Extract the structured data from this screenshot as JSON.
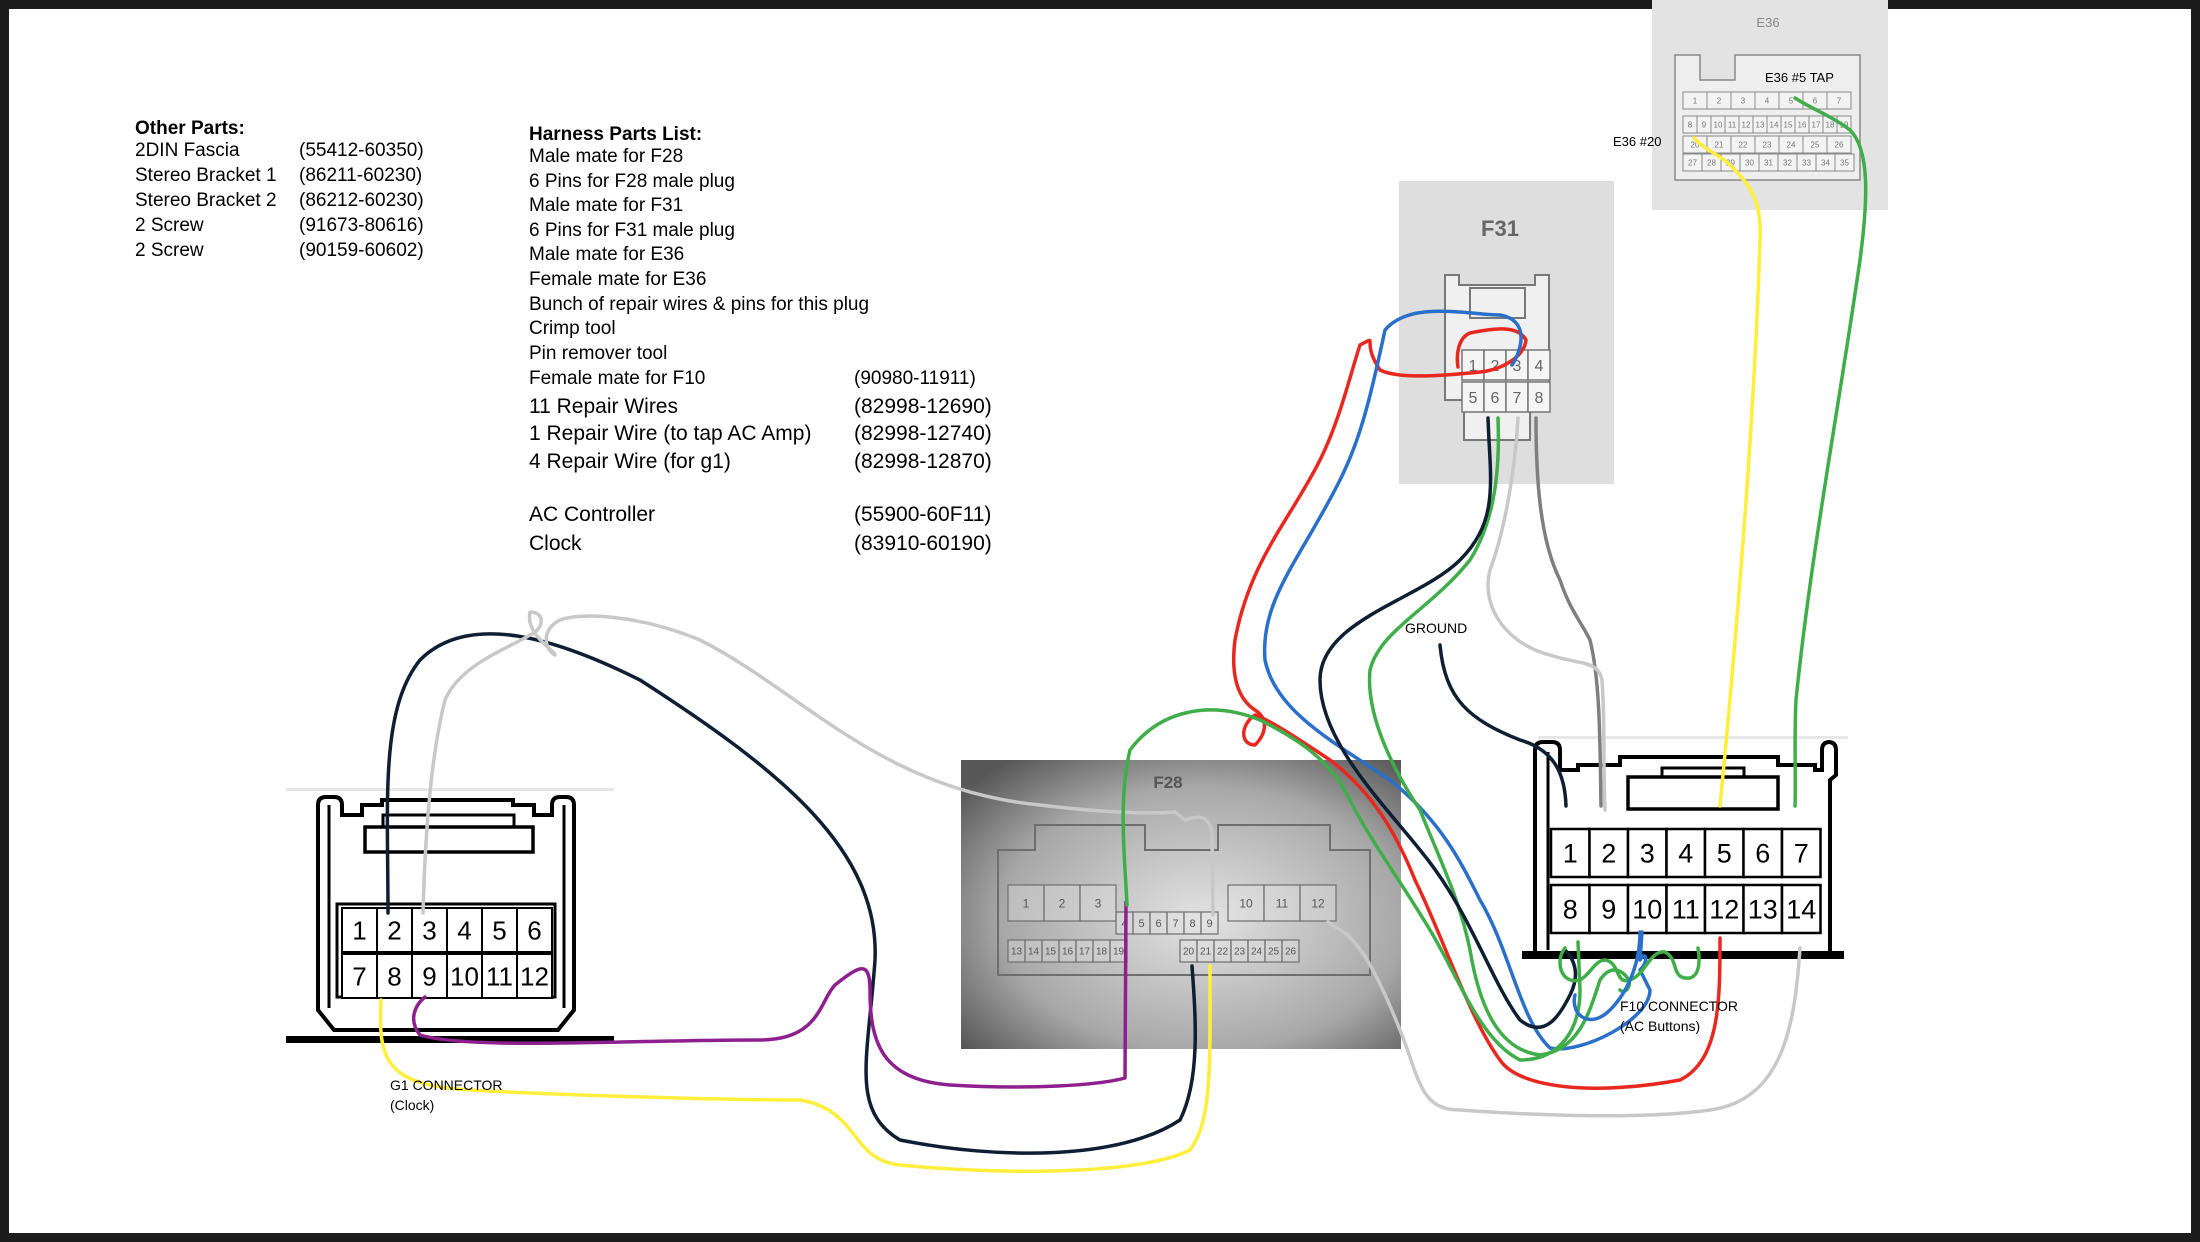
{
  "other_parts": {
    "title": "Other Parts:",
    "items": [
      {
        "name": "2DIN Fascia",
        "pn": "(55412-60350)"
      },
      {
        "name": "Stereo Bracket 1",
        "pn": "(86211-60230)"
      },
      {
        "name": "Stereo Bracket 2",
        "pn": "(86212-60230)"
      },
      {
        "name": "2 Screw",
        "pn": "(91673-80616)"
      },
      {
        "name": "2 Screw",
        "pn": "(90159-60602)"
      }
    ]
  },
  "harness": {
    "title": "Harness Parts List:",
    "items": [
      {
        "name": "Male mate for F28",
        "pn": ""
      },
      {
        "name": "6 Pins for F28 male plug",
        "pn": ""
      },
      {
        "name": "Male mate for F31",
        "pn": ""
      },
      {
        "name": "6 Pins for F31 male plug",
        "pn": ""
      },
      {
        "name": "Male mate for E36",
        "pn": ""
      },
      {
        "name": "Female mate for E36",
        "pn": ""
      },
      {
        "name": "Bunch of repair wires & pins for this plug",
        "pn": ""
      },
      {
        "name": "Crimp tool",
        "pn": ""
      },
      {
        "name": "Pin remover tool",
        "pn": ""
      },
      {
        "name": "Female mate for F10",
        "pn": "(90980-11911)"
      },
      {
        "name": "11 Repair Wires",
        "pn": "(82998-12690)"
      },
      {
        "name": "1 Repair Wire (to tap AC Amp)",
        "pn": "(82998-12740)"
      },
      {
        "name": "4 Repair Wire (for g1)",
        "pn": "(82998-12870)"
      }
    ],
    "extra": [
      {
        "name": "AC Controller",
        "pn": "(55900-60F11)"
      },
      {
        "name": "Clock",
        "pn": "(83910-60190)"
      }
    ]
  },
  "connectors": {
    "g1": {
      "label": "G1 CONNECTOR",
      "sub": "(Clock)",
      "pins": [
        "1",
        "2",
        "3",
        "4",
        "5",
        "6",
        "7",
        "8",
        "9",
        "10",
        "11",
        "12"
      ]
    },
    "f28": {
      "label": "F28",
      "pins": [
        "1",
        "2",
        "3",
        "4",
        "5",
        "6",
        "7",
        "8",
        "9",
        "10",
        "11",
        "12",
        "13",
        "14",
        "15",
        "16",
        "17",
        "18",
        "19",
        "20",
        "21",
        "22",
        "23",
        "24",
        "25",
        "26"
      ]
    },
    "f31": {
      "label": "F31",
      "pins": [
        "1",
        "2",
        "3",
        "4",
        "5",
        "6",
        "7",
        "8"
      ]
    },
    "f10": {
      "label": "F10 CONNECTOR",
      "sub": "(AC Buttons)",
      "pins": [
        "1",
        "2",
        "3",
        "4",
        "5",
        "6",
        "7",
        "8",
        "9",
        "10",
        "11",
        "12",
        "13",
        "14"
      ]
    },
    "e36": {
      "label": "E36",
      "tap5": "E36 #5 TAP",
      "pin20": "E36 #20",
      "pins": [
        "1",
        "2",
        "3",
        "4",
        "5",
        "6",
        "7",
        "8",
        "9",
        "10",
        "11",
        "12",
        "13",
        "14",
        "15",
        "16",
        "17",
        "18",
        "19",
        "20",
        "21",
        "22",
        "23",
        "24",
        "25",
        "26",
        "27",
        "28",
        "29",
        "30",
        "31",
        "32",
        "33",
        "34",
        "35"
      ]
    }
  },
  "ground_label": "GROUND",
  "colors": {
    "red": "#e8281e",
    "blue": "#2a6fc9",
    "green": "#3fae49",
    "navy": "#0f1f33",
    "gray": "#7f7f7f",
    "lightgray": "#c8c8c8",
    "yellow": "#ffee3a",
    "purple": "#8e1f8e"
  }
}
